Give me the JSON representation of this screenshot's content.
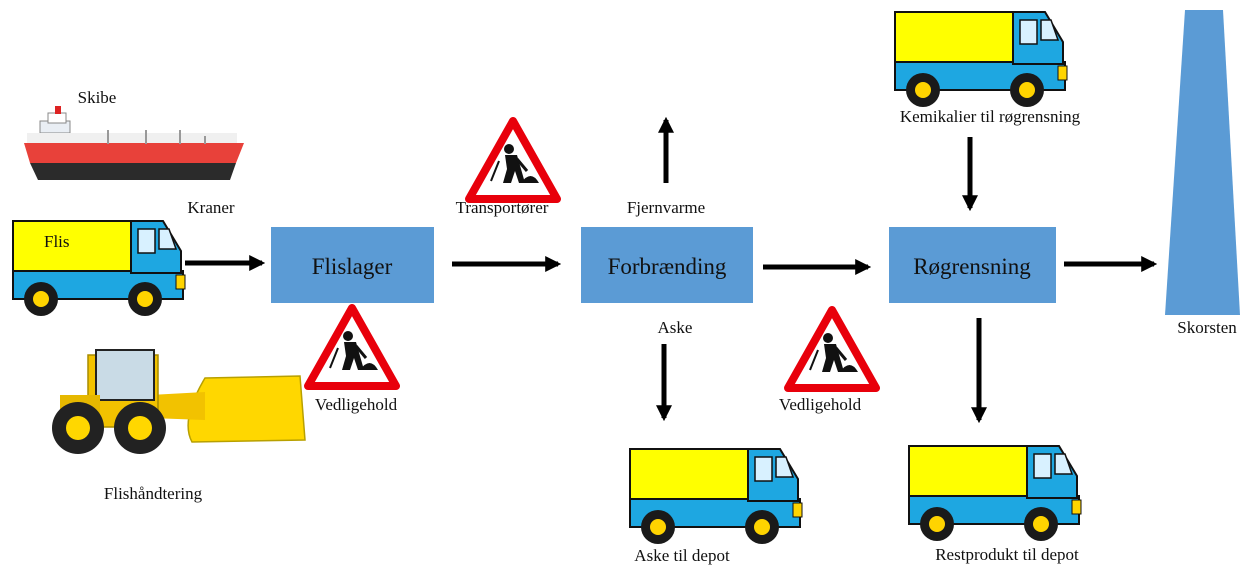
{
  "labels": {
    "skibe": "Skibe",
    "kraner": "Kraner",
    "flis_truck": "Flis",
    "flishandtering": "Flishåndtering",
    "transportorer": "Transportører",
    "vedligehold_1": "Vedligehold",
    "vedligehold_2": "Vedligehold",
    "fjernvarme": "Fjernvarme",
    "aske": "Aske",
    "aske_til_depot": "Aske til depot",
    "kemikalier": "Kemikalier til røgrensning",
    "restprodukt": "Restprodukt til depot",
    "skorsten": "Skorsten"
  },
  "process_boxes": {
    "flislager": "Flislager",
    "forbraending": "Forbrænding",
    "rogrensning": "Røgrensning"
  },
  "colors": {
    "process_box": "#5b9bd5",
    "chimney": "#5b9bd5",
    "truck_cargo": "#ffff00",
    "truck_cab": "#1ea7e1",
    "wheel_tire": "#1a1a1a",
    "wheel_hub": "#ffd400",
    "warning_border": "#e8000b",
    "arrow": "#000000"
  },
  "icons": {
    "ship": "ship-icon",
    "truck": "truck-icon",
    "loader": "wheel-loader-icon",
    "warning": "road-work-warning-icon"
  }
}
